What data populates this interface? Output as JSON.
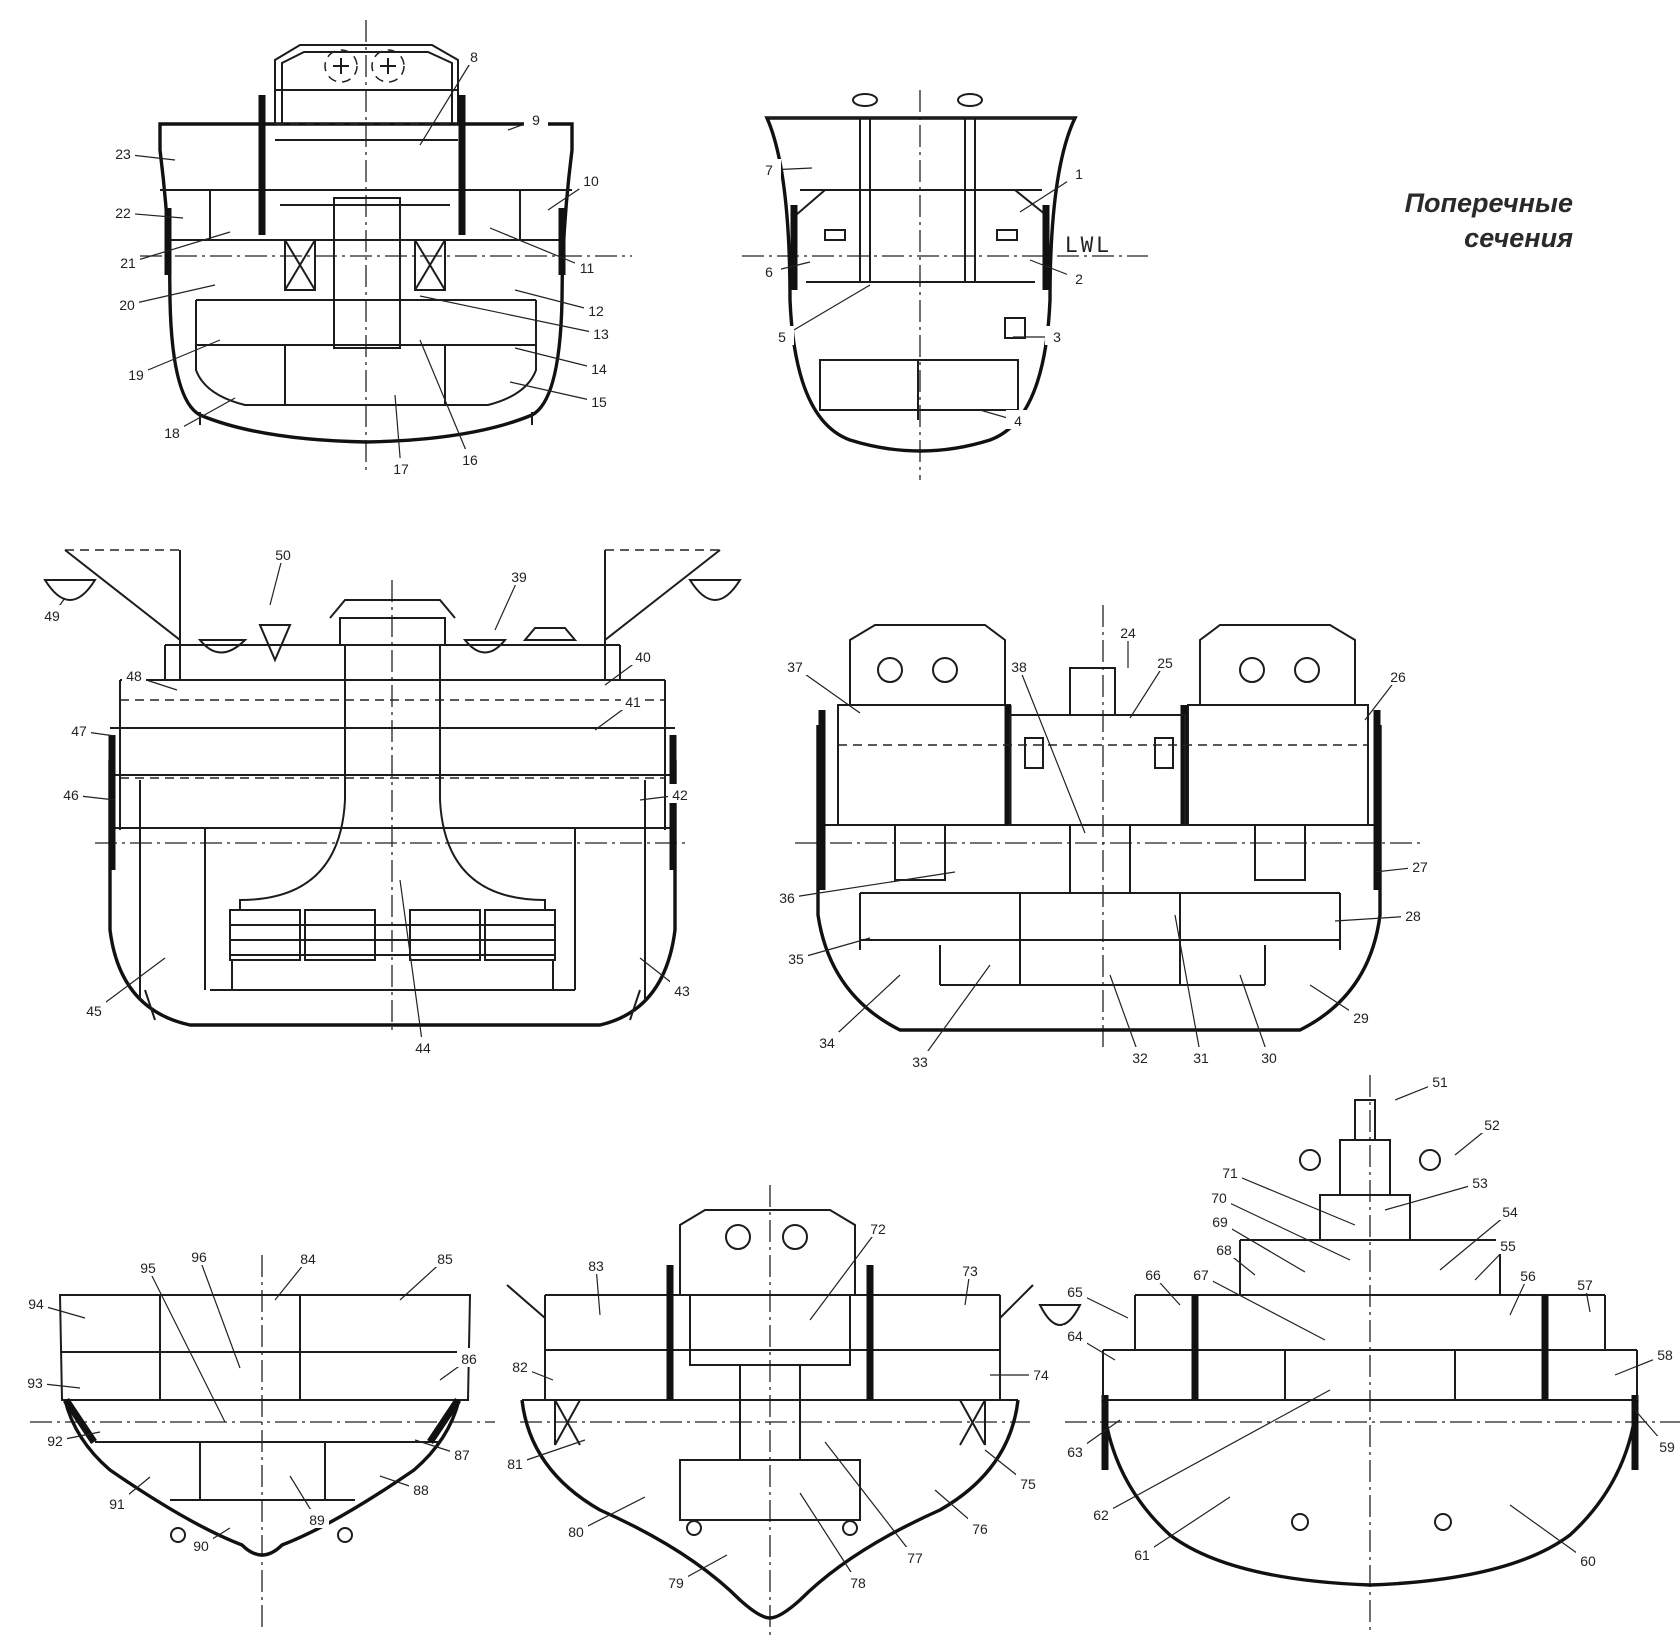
{
  "title": {
    "line1": "Поперечные",
    "line2": "сечения"
  },
  "waterline_label": "LWL",
  "callouts": [
    "1",
    "2",
    "3",
    "4",
    "5",
    "6",
    "7",
    "8",
    "9",
    "10",
    "11",
    "12",
    "13",
    "14",
    "15",
    "16",
    "17",
    "18",
    "19",
    "20",
    "21",
    "22",
    "23",
    "24",
    "25",
    "26",
    "27",
    "28",
    "29",
    "30",
    "31",
    "32",
    "33",
    "34",
    "35",
    "36",
    "37",
    "38",
    "39",
    "40",
    "41",
    "42",
    "43",
    "44",
    "45",
    "46",
    "47",
    "48",
    "49",
    "50",
    "51",
    "52",
    "53",
    "54",
    "55",
    "56",
    "57",
    "58",
    "59",
    "60",
    "61",
    "62",
    "63",
    "64",
    "65",
    "66",
    "67",
    "68",
    "69",
    "70",
    "71",
    "72",
    "73",
    "74",
    "75",
    "76",
    "77",
    "78",
    "79",
    "80",
    "81",
    "82",
    "83",
    "84",
    "85",
    "86",
    "87",
    "88",
    "89",
    "90",
    "91",
    "92",
    "93",
    "94",
    "95",
    "96"
  ]
}
